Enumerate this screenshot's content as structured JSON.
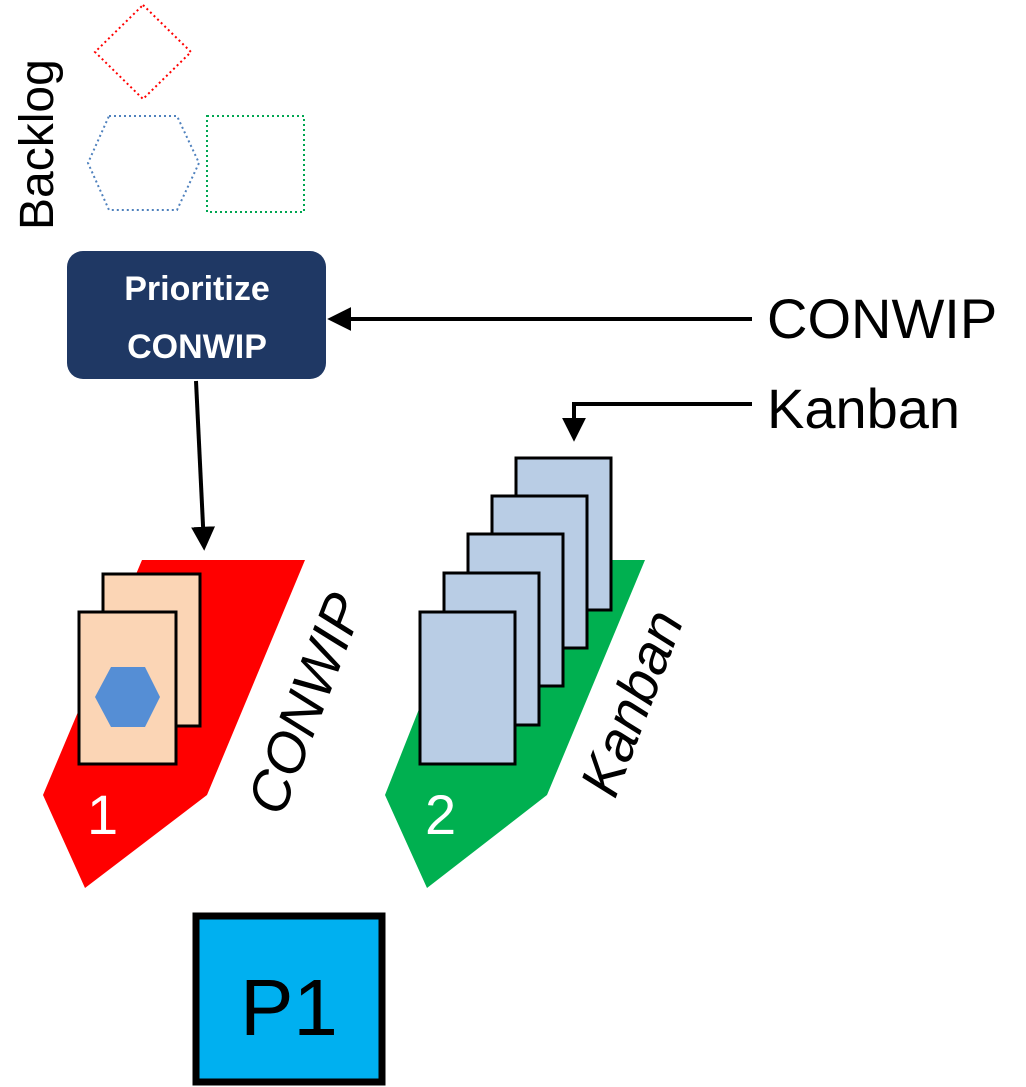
{
  "backlog": {
    "label": "Backlog",
    "items": [
      {
        "shape": "diamond-icon",
        "color": "#ff0000"
      },
      {
        "shape": "hexagon-icon",
        "color": "#4f81bd"
      },
      {
        "shape": "square-icon",
        "color": "#00a651"
      }
    ]
  },
  "prioritize_box": {
    "line1": "Prioritize",
    "line2": "CONWIP",
    "fill": "#1f3864",
    "text_color": "#ffffff"
  },
  "signals": {
    "conwip_label": "CONWIP",
    "kanban_label": "Kanban"
  },
  "queues": [
    {
      "number": "1",
      "label": "CONWIP",
      "band_color": "#ff0000",
      "card_color": "#fbd5b5",
      "card_count": 2,
      "card_icon": "hexagon-icon",
      "card_icon_color": "#558ed5"
    },
    {
      "number": "2",
      "label": "Kanban",
      "band_color": "#00b050",
      "card_color": "#b9cde5",
      "card_count": 5
    }
  ],
  "process": {
    "label": "P1",
    "fill": "#00b0f0"
  }
}
